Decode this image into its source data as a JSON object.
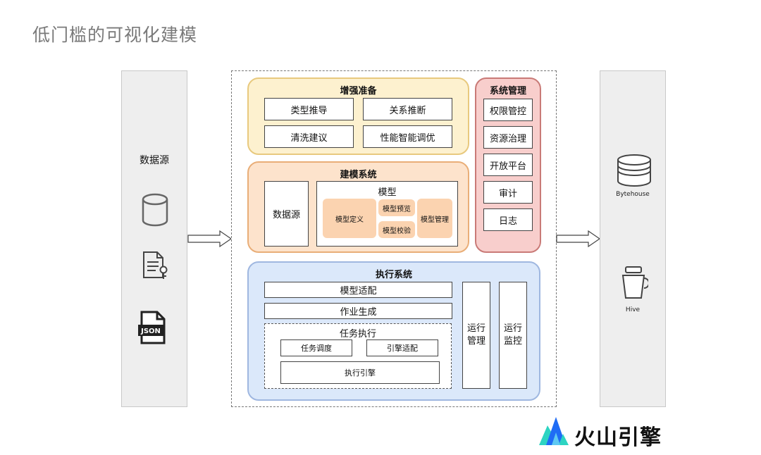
{
  "page_title": "低门槛的可视化建模",
  "left_column": {
    "title": "数据源"
  },
  "enhance": {
    "title": "增强准备",
    "items": [
      "类型推导",
      "关系推断",
      "清洗建议",
      "性能智能调优"
    ]
  },
  "modeling": {
    "title": "建模系统",
    "datasource": "数据源",
    "model": {
      "title": "模型",
      "definition": "模型定义",
      "preview": "模型预览",
      "validation": "模型校验",
      "management": "模型管理"
    }
  },
  "sysmgmt": {
    "title": "系统管理",
    "items": [
      "权限管控",
      "资源治理",
      "开放平台",
      "审计",
      "日志"
    ]
  },
  "execution": {
    "title": "执行系统",
    "model_adapt": "模型适配",
    "job_gen": "作业生成",
    "task_exec": {
      "title": "任务执行",
      "scheduling": "任务调度",
      "engine_adapt": "引擎适配",
      "engine": "执行引擎"
    },
    "run_mgmt": [
      "运行",
      "管理"
    ],
    "run_monitor": [
      "运行",
      "监控"
    ]
  },
  "right_column": {
    "targets": [
      "Bytehouse",
      "Hive"
    ]
  },
  "brand": {
    "name": "火山引擎"
  },
  "colors": {
    "yellow_panel": "#fdf1cf",
    "orange_panel": "#fde3cc",
    "red_panel": "#f8cecc",
    "blue_panel": "#dbe8fa",
    "brand_blue": "#1f6cf5",
    "brand_teal": "#2dd4c2"
  },
  "icons": [
    "database-icon",
    "document-key-icon",
    "json-file-icon",
    "bytehouse-database-icon",
    "hive-bucket-icon",
    "volcano-logo-icon"
  ]
}
